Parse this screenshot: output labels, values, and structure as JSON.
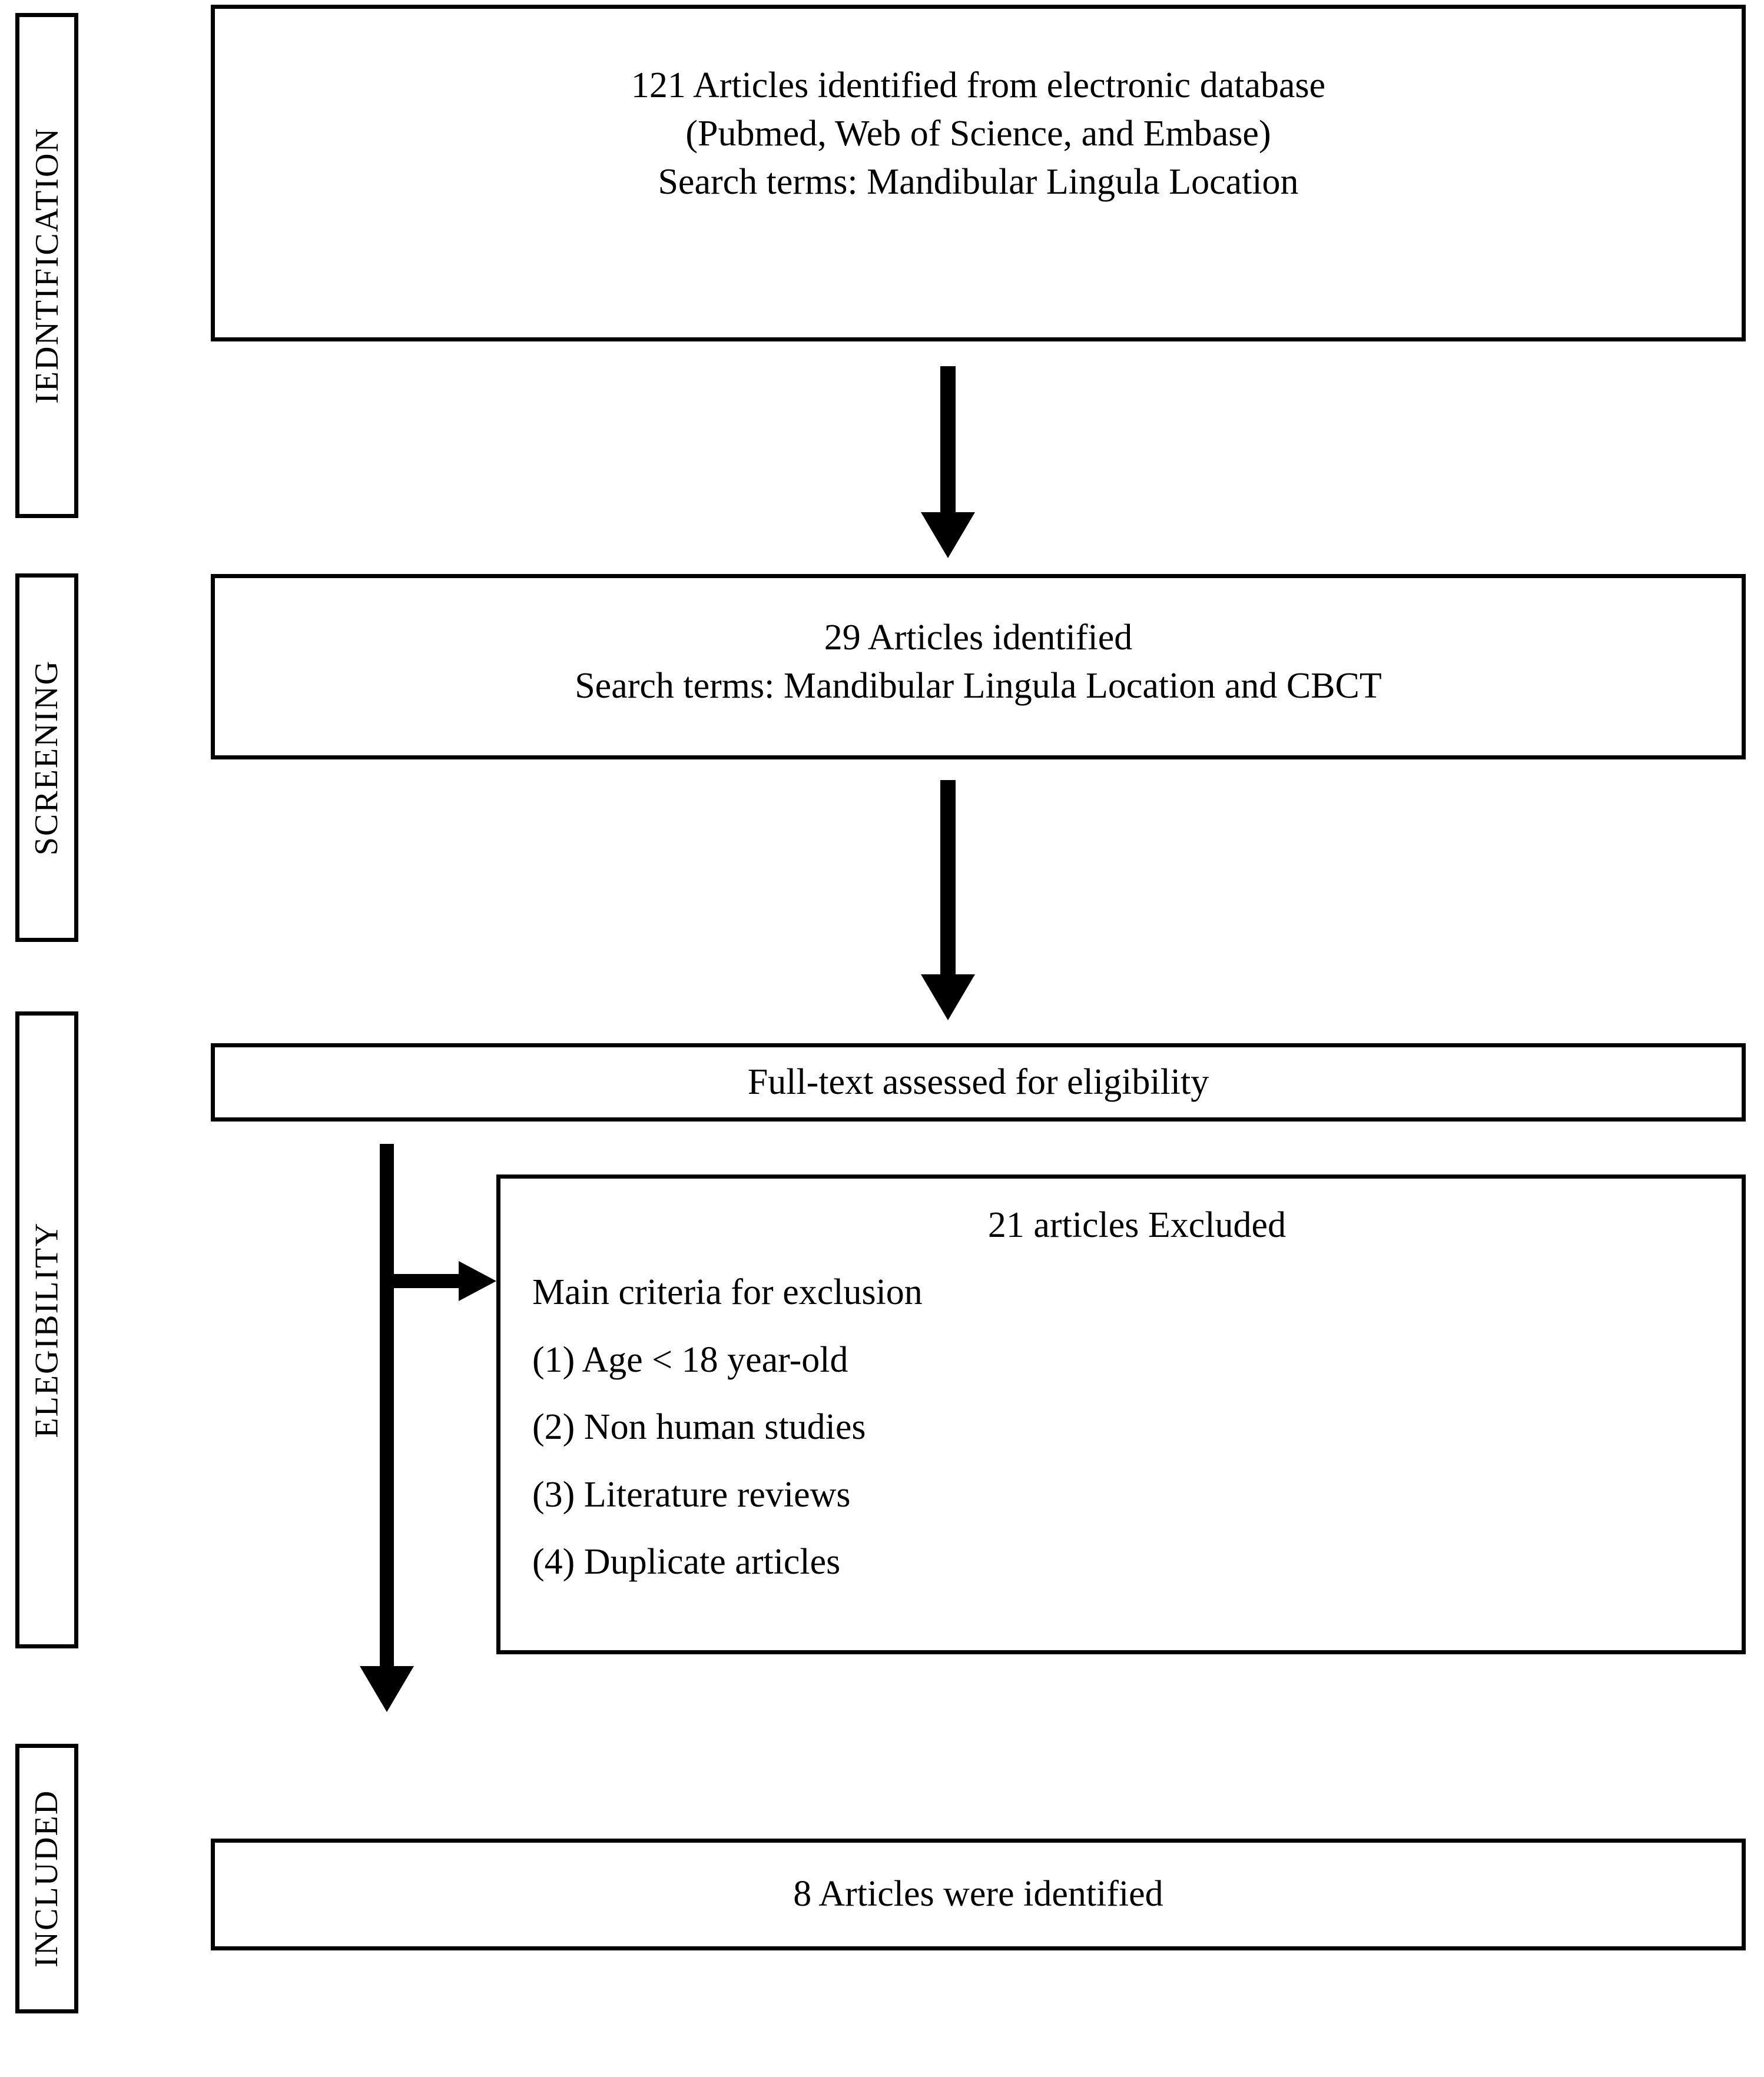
{
  "diagram": {
    "title": "PRISMA study selection flow diagram",
    "stroke_color": "#000000",
    "background_color": "#ffffff"
  },
  "stages": [
    {
      "id": "identification",
      "label": "IEDNTIFICATION"
    },
    {
      "id": "screening",
      "label": "SCREENING"
    },
    {
      "id": "eligibility",
      "label": "ELEGIBILITY"
    },
    {
      "id": "included",
      "label": "INCLUDED"
    }
  ],
  "boxes": {
    "identification": {
      "line1": "121 Articles identified from electronic database",
      "line2": "(Pubmed, Web of Science, and Embase)",
      "line3": "Search terms: Mandibular Lingula Location"
    },
    "screening": {
      "line1": "29 Articles identified",
      "line2": "Search terms: Mandibular Lingula Location and CBCT"
    },
    "fulltext": {
      "line1": "Full-text assessed for eligibility"
    },
    "excluded": {
      "title": "21 articles Excluded",
      "subtitle": "Main criteria for exclusion",
      "criteria": [
        "(1) Age < 18 year-old",
        "(2) Non human studies",
        "(3) Literature reviews",
        "(4) Duplicate articles"
      ]
    },
    "included": {
      "line1": "8 Articles were identified"
    }
  },
  "counts": {
    "identified_from_database": 121,
    "after_screening": 29,
    "excluded": 21,
    "included": 8
  },
  "connectors": [
    {
      "id": "identification-to-screening",
      "direction": "down"
    },
    {
      "id": "screening-to-fulltext",
      "direction": "down"
    },
    {
      "id": "fulltext-to-excluded",
      "direction": "right"
    },
    {
      "id": "fulltext-to-included",
      "direction": "down"
    }
  ]
}
